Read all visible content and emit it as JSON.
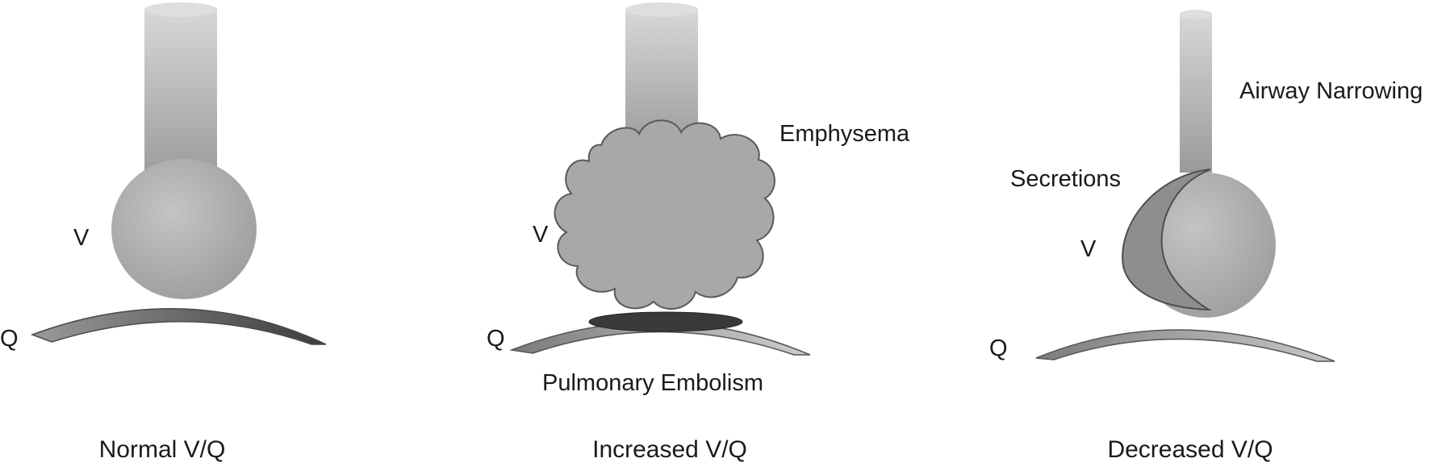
{
  "panels": [
    {
      "id": "normal",
      "caption": "Normal V/Q",
      "v_label": "V",
      "q_label": "Q",
      "annotations": []
    },
    {
      "id": "increased",
      "caption": "Increased V/Q",
      "v_label": "V",
      "q_label": "Q",
      "annotations": [
        "Emphysema",
        "Pulmonary Embolism"
      ]
    },
    {
      "id": "decreased",
      "caption": "Decreased V/Q",
      "v_label": "V",
      "q_label": "Q",
      "annotations": [
        "Airway Narrowing",
        "Secretions"
      ]
    }
  ],
  "colors": {
    "stroke": "#6e6e6e",
    "text": "#1a1a1a",
    "embolus": "#3a3a3a"
  }
}
